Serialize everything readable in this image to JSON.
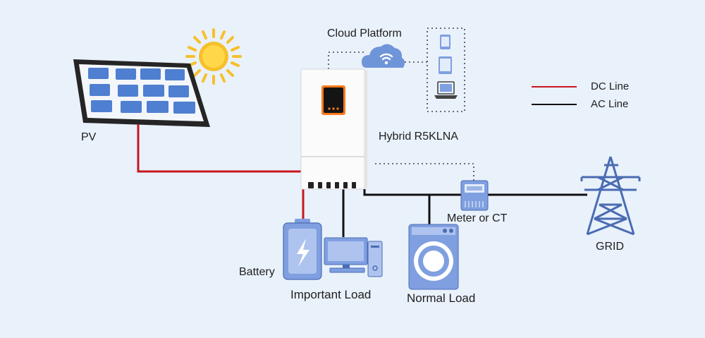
{
  "labels": {
    "pv": "PV",
    "cloud": "Cloud Platform",
    "inverter": "Hybrid R5KLNA",
    "battery": "Battery",
    "important_load": "Important Load",
    "normal_load": "Normal Load",
    "meter": "Meter or CT",
    "grid": "GRID"
  },
  "legend": [
    {
      "label": "DC Line",
      "color": "#c8161d"
    },
    {
      "label": "AC Line",
      "color": "#111111"
    }
  ],
  "colors": {
    "dc_line": "#c8161d",
    "ac_line": "#111111",
    "panel_cell": "#4f7fd0",
    "device_blue": "#7f9fe0",
    "sun": "#f7c02a",
    "inverter_screen": "#ff7a1a"
  }
}
